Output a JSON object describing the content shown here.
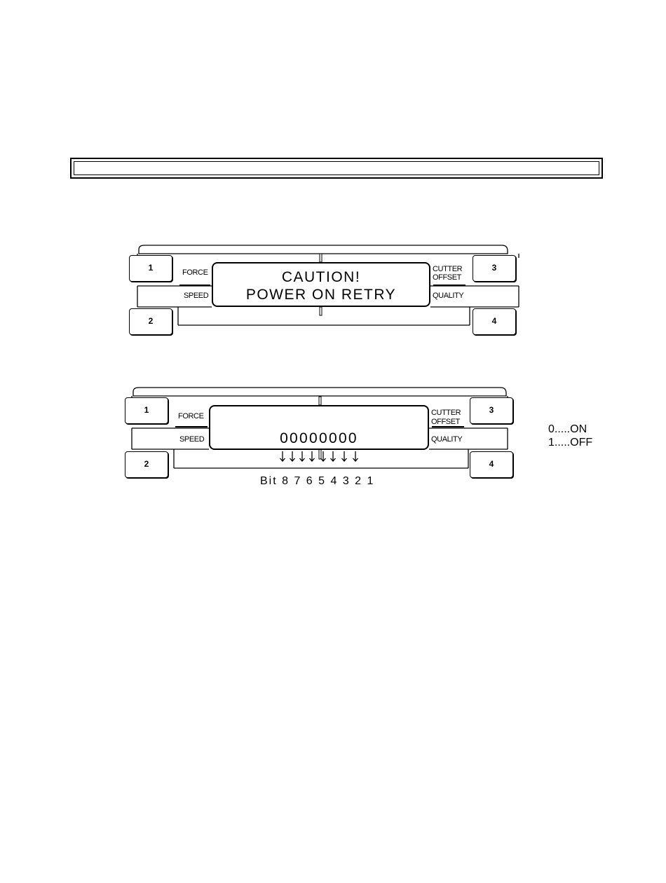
{
  "header": {
    "title_bar": ""
  },
  "panel1": {
    "keys": [
      "1",
      "2",
      "3",
      "4"
    ],
    "labels": {
      "force": "FORCE",
      "speed": "SPEED",
      "cutter": "CUTTER",
      "offset": "OFFSET",
      "quality": "QUALITY"
    },
    "display": {
      "line1": "CAUTION!",
      "line2": "POWER ON RETRY"
    }
  },
  "panel2": {
    "keys": [
      "1",
      "2",
      "3",
      "4"
    ],
    "labels": {
      "force": "FORCE",
      "speed": "SPEED",
      "cutter": "CUTTER",
      "offset": "OFFSET",
      "quality": "QUALITY"
    },
    "display": {
      "line1": "",
      "line2": "00000000"
    },
    "bit_label": "Bit 8 7 6 5 4 3 2 1"
  },
  "legend": {
    "on": "0.....ON",
    "off": "1.....OFF"
  }
}
